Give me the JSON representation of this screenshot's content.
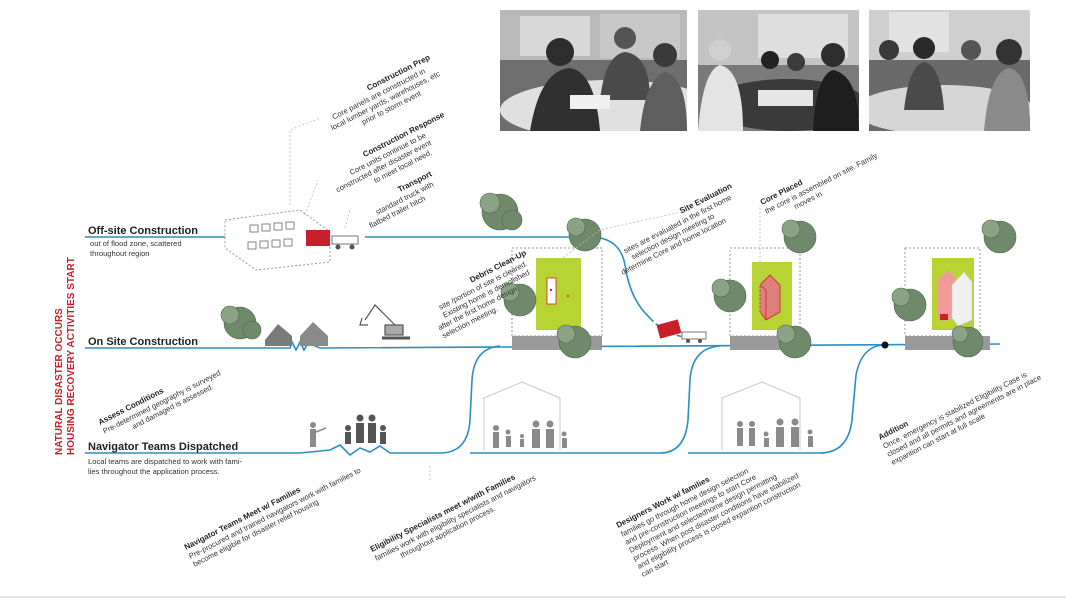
{
  "vertical_title": {
    "line1": "NATURAL DISASTER OCCURS",
    "line2": "HOUSING RECOVERY ACTIVITIES START"
  },
  "tracks": {
    "offsite": {
      "title": "Off-site Construction",
      "sub1": "out of flood zone, scattered",
      "sub2": "throughout region"
    },
    "onsite": {
      "title": "On Site Construction"
    },
    "navigator": {
      "title": "Navigator Teams Dispatched",
      "sub1": "Local teams are dispatched to work with fami-",
      "sub2": "lies throughout the application process."
    }
  },
  "notes": {
    "construction_prep": {
      "title": "Construction Prep",
      "l1": "Core panels are constructed in",
      "l2": "local lumber yards, warehouses, etc",
      "l3": "prior to storm event"
    },
    "construction_response": {
      "title": "Construction Response",
      "l1": "Core units continue to be",
      "l2": "constructed after disaster event",
      "l3": "to meet local need."
    },
    "transport": {
      "title": "Transport",
      "l1": "standard truck with",
      "l2": "flatbed trailer hitch"
    },
    "debris": {
      "title": "Debris Clean-Up",
      "l1": "site /portion of site is cleared.",
      "l2": "Existing home is demolished",
      "l3": "after the first home design",
      "l4": "selection meeting."
    },
    "site_eval": {
      "title": "Site Evaluation",
      "l1": "sites are evaluated in the first home",
      "l2": "selection design meeting to",
      "l3": "determine Core and home location"
    },
    "core_placed": {
      "title": "Core Placed",
      "l1": "the core is assembled on site. Family",
      "l2": "moves in"
    },
    "assess": {
      "title": "Assess Conditions",
      "l1": "Pre-determined geography is surveyed",
      "l2": "and damaged  is assessed."
    },
    "navigator_meet": {
      "title": "Navigator Teams Meet w/ Families",
      "l1": "Pre-procured and trained navigators work with families to",
      "l2": "become eligible for disaster relief housing"
    },
    "eligibility": {
      "title": "Eligibility Specialists meet w/with Families",
      "l1": "families work with eligibility specialists and navigators",
      "l2": "throughout application process."
    },
    "designers": {
      "title": "Designers Work w/ families",
      "l1": "families go through home design selection",
      "l2": "and pre-construction meetings to start Core",
      "l3": "Deployment and selectedhome design permitting",
      "l4": "process. When post disaster conditions have stabilized",
      "l5": "and eligibility process is closed expantion construction",
      "l6": "can start"
    },
    "addition": {
      "title": "Addition",
      "l1": "Once, emergency is stabilized Eligibility Case is",
      "l2": "closed and all permits and agreements are in place",
      "l3": "expantion can start at full scale"
    }
  },
  "colors": {
    "timeline": "#2a8fc4",
    "accent_red": "#c8202a",
    "site_green": "#b8d433",
    "tree": "#6f8a6a",
    "foundation": "#9a9a9a"
  }
}
